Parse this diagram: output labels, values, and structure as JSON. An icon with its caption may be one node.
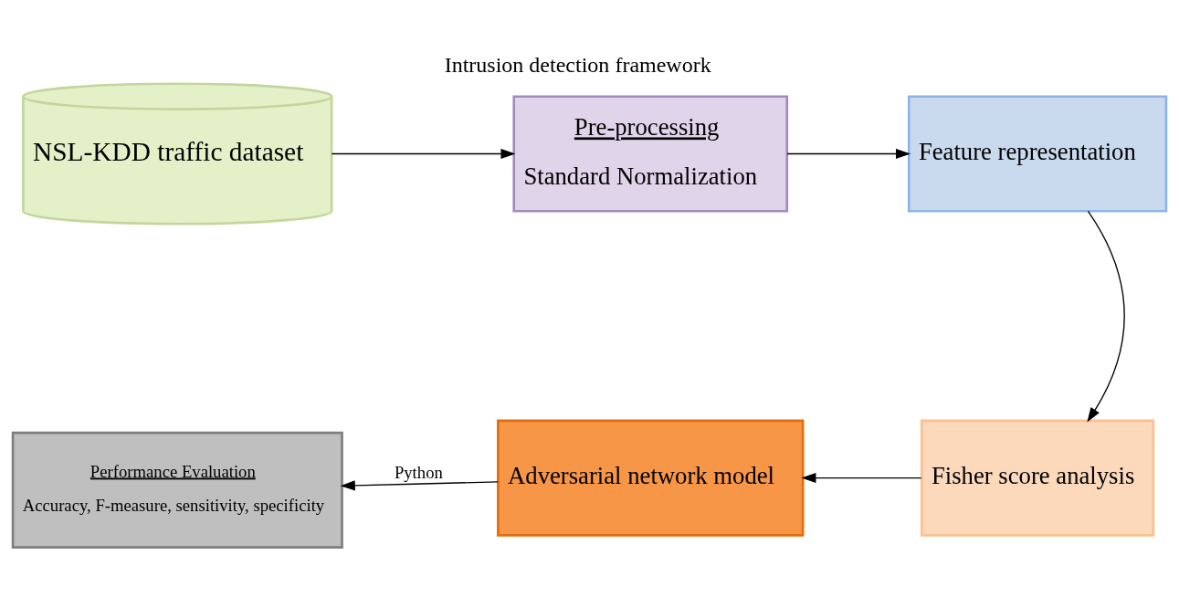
{
  "diagram": {
    "title": "Intrusion detection framework",
    "nodes": [
      {
        "text": [
          "NSL-KDD traffic dataset"
        ]
      },
      {
        "text": [
          "Pre-processing",
          "Standard Normalization"
        ]
      },
      {
        "text": [
          "Feature representation"
        ]
      },
      {
        "text": [
          "Fisher score analysis"
        ]
      },
      {
        "text": [
          "Adversarial network model"
        ]
      },
      {
        "text": [
          "Performance Evaluation",
          "Accuracy, F-measure, sensitivity, specificity"
        ]
      }
    ],
    "edges": [
      {
        "from": 0,
        "to": 1,
        "arrow": "to"
      },
      {
        "from": 1,
        "to": 2,
        "arrow": "to"
      },
      {
        "from": 2,
        "to": 3,
        "arrow": "to"
      },
      {
        "from": 3,
        "to": 4,
        "arrow": "to"
      },
      {
        "from": 4,
        "to": 5,
        "arrow": "to",
        "label": "Python"
      }
    ]
  }
}
